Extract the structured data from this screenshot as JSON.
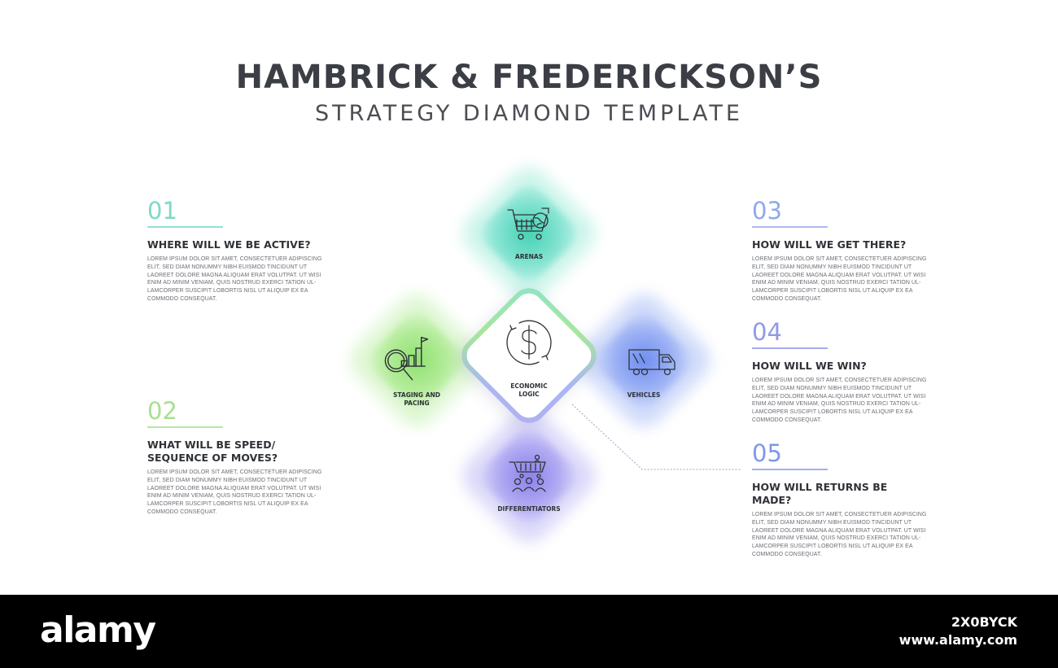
{
  "title": "HAMBRICK & FREDERICKSON’S",
  "subtitle": "STRATEGY DIAMOND TEMPLATE",
  "blocks": [
    {
      "number": "01",
      "heading": "WHERE WILL WE BE ACTIVE?",
      "body": "LOREM IPSUM DOLOR SIT AMET, CONSECTETUER ADIPISCING ELIT, SED DIAM NONUMMY NIBH EUISMOD TINCIDUNT UT LAOREET DOLORE MAGNA ALIQUAM ERAT VOLUTPAT. UT WISI ENIM AD MINIM VENIAM, QUIS NOSTRUD EXERCI TATION UL- LAMCORPER SUSCIPIT LOBORTIS NISL UT ALIQUIP EX EA COMMODO CONSEQUAT."
    },
    {
      "number": "02",
      "heading": "WHAT WILL BE SPEED/\nSEQUENCE OF MOVES?",
      "body": "LOREM IPSUM DOLOR SIT AMET, CONSECTETUER ADIPISCING ELIT, SED DIAM NONUMMY NIBH EUISMOD TINCIDUNT UT LAOREET DOLORE MAGNA ALIQUAM ERAT VOLUTPAT. UT WISI ENIM AD MINIM VENIAM, QUIS NOSTRUD EXERCI TATION UL- LAMCORPER SUSCIPIT LOBORTIS NISL UT ALIQUIP EX EA COMMODO CONSEQUAT."
    },
    {
      "number": "03",
      "heading": "HOW WILL WE GET THERE?",
      "body": "LOREM IPSUM DOLOR SIT AMET, CONSECTETUER ADIPISCING ELIT, SED DIAM NONUMMY NIBH EUISMOD TINCIDUNT UT LAOREET DOLORE MAGNA ALIQUAM ERAT VOLUTPAT. UT WISI ENIM AD MINIM VENIAM, QUIS NOSTRUD EXERCI TATION UL- LAMCORPER SUSCIPIT LOBORTIS NISL UT ALIQUIP EX EA COMMODO CONSEQUAT."
    },
    {
      "number": "04",
      "heading": "HOW WILL WE WIN?",
      "body": "LOREM IPSUM DOLOR SIT AMET, CONSECTETUER ADIPISCING ELIT, SED DIAM NONUMMY NIBH EUISMOD TINCIDUNT UT LAOREET DOLORE MAGNA ALIQUAM ERAT VOLUTPAT. UT WISI ENIM AD MINIM VENIAM, QUIS NOSTRUD EXERCI TATION UL- LAMCORPER SUSCIPIT LOBORTIS NISL UT ALIQUIP EX EA COMMODO CONSEQUAT."
    },
    {
      "number": "05",
      "heading": "HOW WILL RETURNS BE MADE?",
      "body": "LOREM IPSUM DOLOR SIT AMET, CONSECTETUER ADIPISCING ELIT, SED DIAM NONUMMY NIBH EUISMOD TINCIDUNT UT LAOREET DOLORE MAGNA ALIQUAM ERAT VOLUTPAT. UT WISI ENIM AD MINIM VENIAM, QUIS NOSTRUD EXERCI TATION UL- LAMCORPER SUSCIPIT LOBORTIS NISL UT ALIQUIP EX EA COMMODO CONSEQUAT."
    }
  ],
  "diamond": {
    "center": {
      "label": "ECONOMIC\nLOGIC",
      "icon": "dollar-cycle-icon"
    },
    "top": {
      "label": "ARENAS",
      "icon": "shopping-cart-globe-icon",
      "color": "#46d1b6"
    },
    "left": {
      "label": "STAGING AND\nPACING",
      "icon": "magnifier-bar-chart-flag-icon",
      "color": "#8fe071"
    },
    "right": {
      "label": "VEHICLES",
      "icon": "delivery-truck-icon",
      "color": "#6e8df0"
    },
    "bottom": {
      "label": "DIFFERENTIATORS",
      "icon": "cart-people-icon",
      "color": "#8a80ea"
    }
  },
  "footer": {
    "brand": "alamy",
    "image_code": "2X0BYCK",
    "site": "www.alamy.com"
  }
}
